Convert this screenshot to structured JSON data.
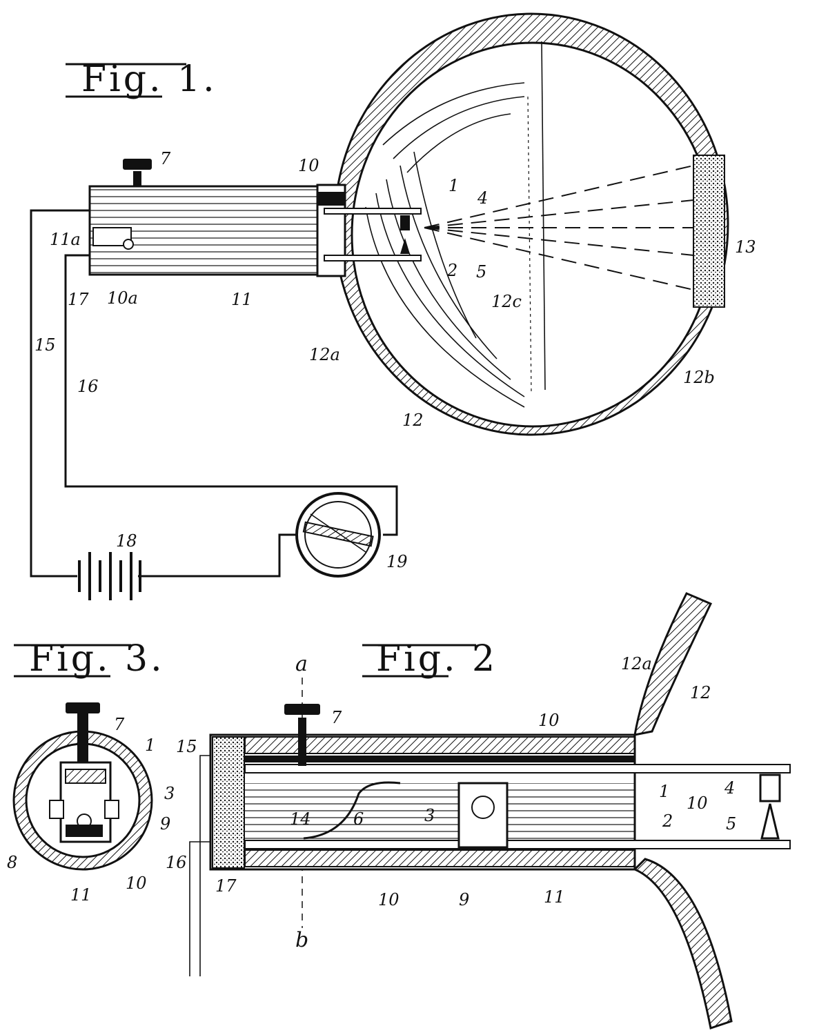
{
  "figures": {
    "fig1": {
      "title": "Fig. 1.",
      "labels": {
        "l7": "7",
        "l10": "10",
        "l1": "1",
        "l4": "4",
        "l11a": "11a",
        "l17": "17",
        "l10a": "10a",
        "l11": "11",
        "l2": "2",
        "l5": "5",
        "l13": "13",
        "l12c": "12c",
        "l12a": "12a",
        "l12b": "12b",
        "l12": "12",
        "l15": "15",
        "l16": "16",
        "l18": "18",
        "l19": "19"
      }
    },
    "fig2": {
      "title": "Fig. 2",
      "labels": {
        "la": "a",
        "lb": "b",
        "l7": "7",
        "l10top": "10",
        "l15": "15",
        "l12a": "12a",
        "l12": "12",
        "l1": "1",
        "l10r": "10",
        "l4": "4",
        "l14": "14",
        "l6": "6",
        "l3": "3",
        "l2": "2",
        "l5": "5",
        "l16": "16",
        "l17": "17",
        "l10bot": "10",
        "l9": "9",
        "l11": "11"
      }
    },
    "fig3": {
      "title": "Fig. 3.",
      "labels": {
        "l7": "7",
        "l1": "1",
        "l3": "3",
        "l9": "9",
        "l8": "8",
        "l11": "11",
        "l10": "10"
      }
    }
  }
}
